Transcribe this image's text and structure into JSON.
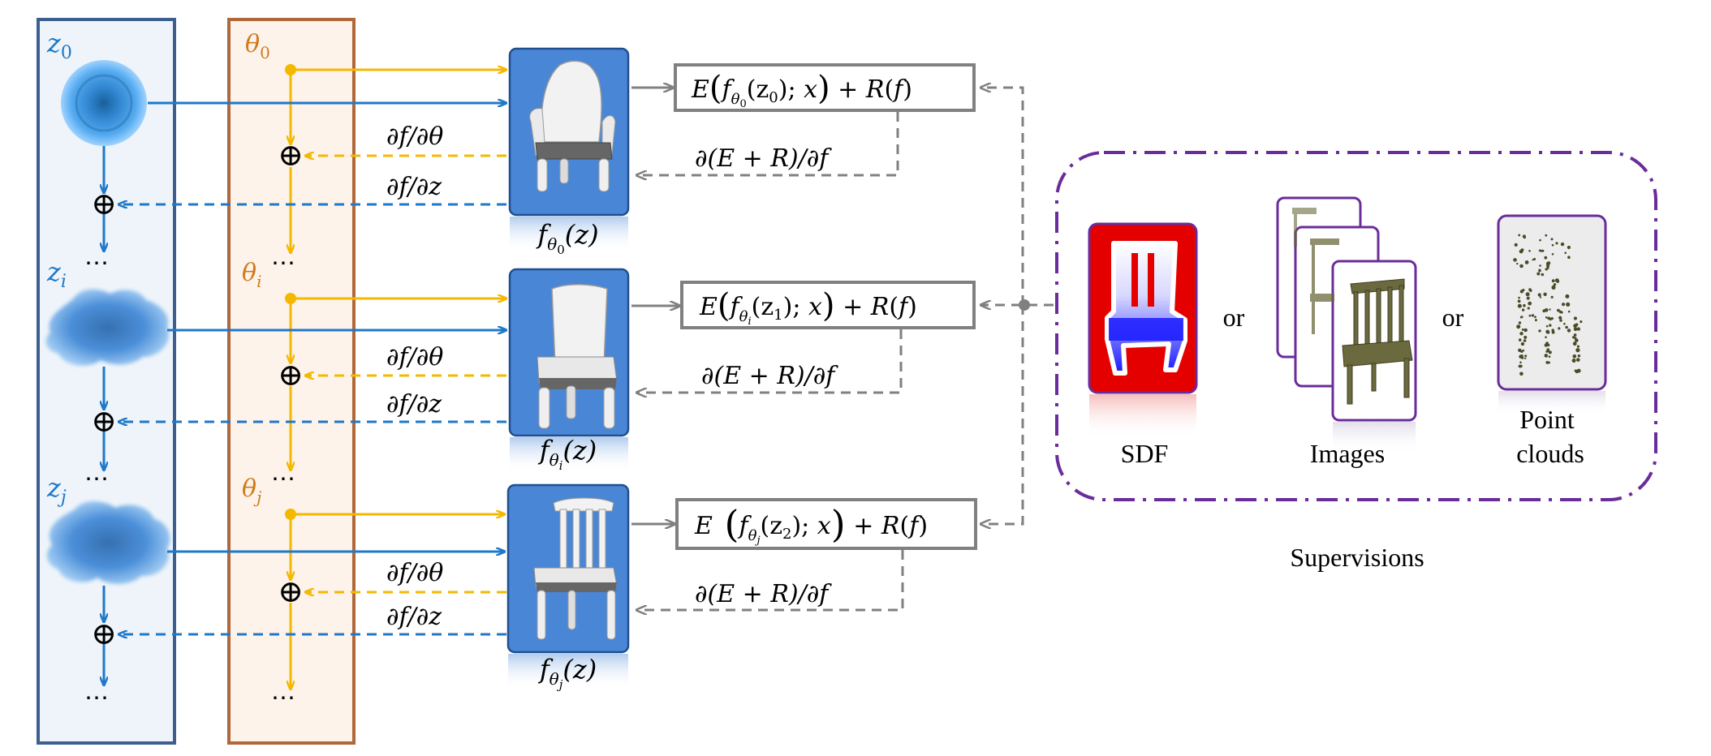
{
  "columns": {
    "latent": {
      "labels": [
        {
          "base": "z",
          "sub": "0"
        },
        {
          "base": "z",
          "sub": "i"
        },
        {
          "base": "z",
          "sub": "j"
        }
      ]
    },
    "params": {
      "labels": [
        {
          "base": "θ",
          "sub": "0"
        },
        {
          "base": "θ",
          "sub": "i"
        },
        {
          "base": "θ",
          "sub": "j"
        }
      ]
    },
    "dots": "⋯",
    "oplus": "⊕"
  },
  "stages": [
    {
      "grad_theta": "∂f/∂θ",
      "grad_z": "∂f/∂z",
      "func_label": {
        "base": "f",
        "sub": "θ",
        "subsub": "0",
        "arg": "(z)"
      },
      "energy": {
        "theta_sub": "0",
        "z_sub": "0"
      },
      "back_grad": "∂(E + R)/∂f"
    },
    {
      "grad_theta": "∂f/∂θ",
      "grad_z": "∂f/∂z",
      "func_label": {
        "base": "f",
        "sub": "θ",
        "subsub": "i",
        "arg": "(z)"
      },
      "energy": {
        "theta_sub": "i",
        "z_sub": "1"
      },
      "back_grad": "∂(E + R)/∂f"
    },
    {
      "grad_theta": "∂f/∂θ",
      "grad_z": "∂f/∂z",
      "func_label": {
        "base": "f",
        "sub": "θ",
        "subsub": "j",
        "arg": "(z)"
      },
      "energy": {
        "theta_sub": "j",
        "z_sub": "2"
      },
      "back_grad": "∂(E + R)/∂f"
    }
  ],
  "energy_template": {
    "E": "E",
    "f": "f",
    "theta": "θ",
    "z": "z",
    "x": "x",
    "R": "R",
    "plus": "+"
  },
  "supervisions": {
    "title": "Supervisions",
    "items": [
      {
        "label": "SDF"
      },
      {
        "label": "Images"
      },
      {
        "label": "Point clouds",
        "lines": [
          "Point",
          "clouds"
        ]
      }
    ],
    "or": "or"
  },
  "colors": {
    "latent_blue": "#1f78c8",
    "latent_panel_bg": "#eef4fa",
    "latent_panel_border": "#3c5f8f",
    "param_orange": "#d17a1c",
    "param_panel_bg": "#fdf3ea",
    "param_panel_border": "#b0683a",
    "arrow_yellow": "#f5b800",
    "shape_box": "#4a86d6",
    "gray": "#808080",
    "purple": "#6a2c9a",
    "sdf_red": "#e50000",
    "sdf_blue": "#1a1aff"
  }
}
